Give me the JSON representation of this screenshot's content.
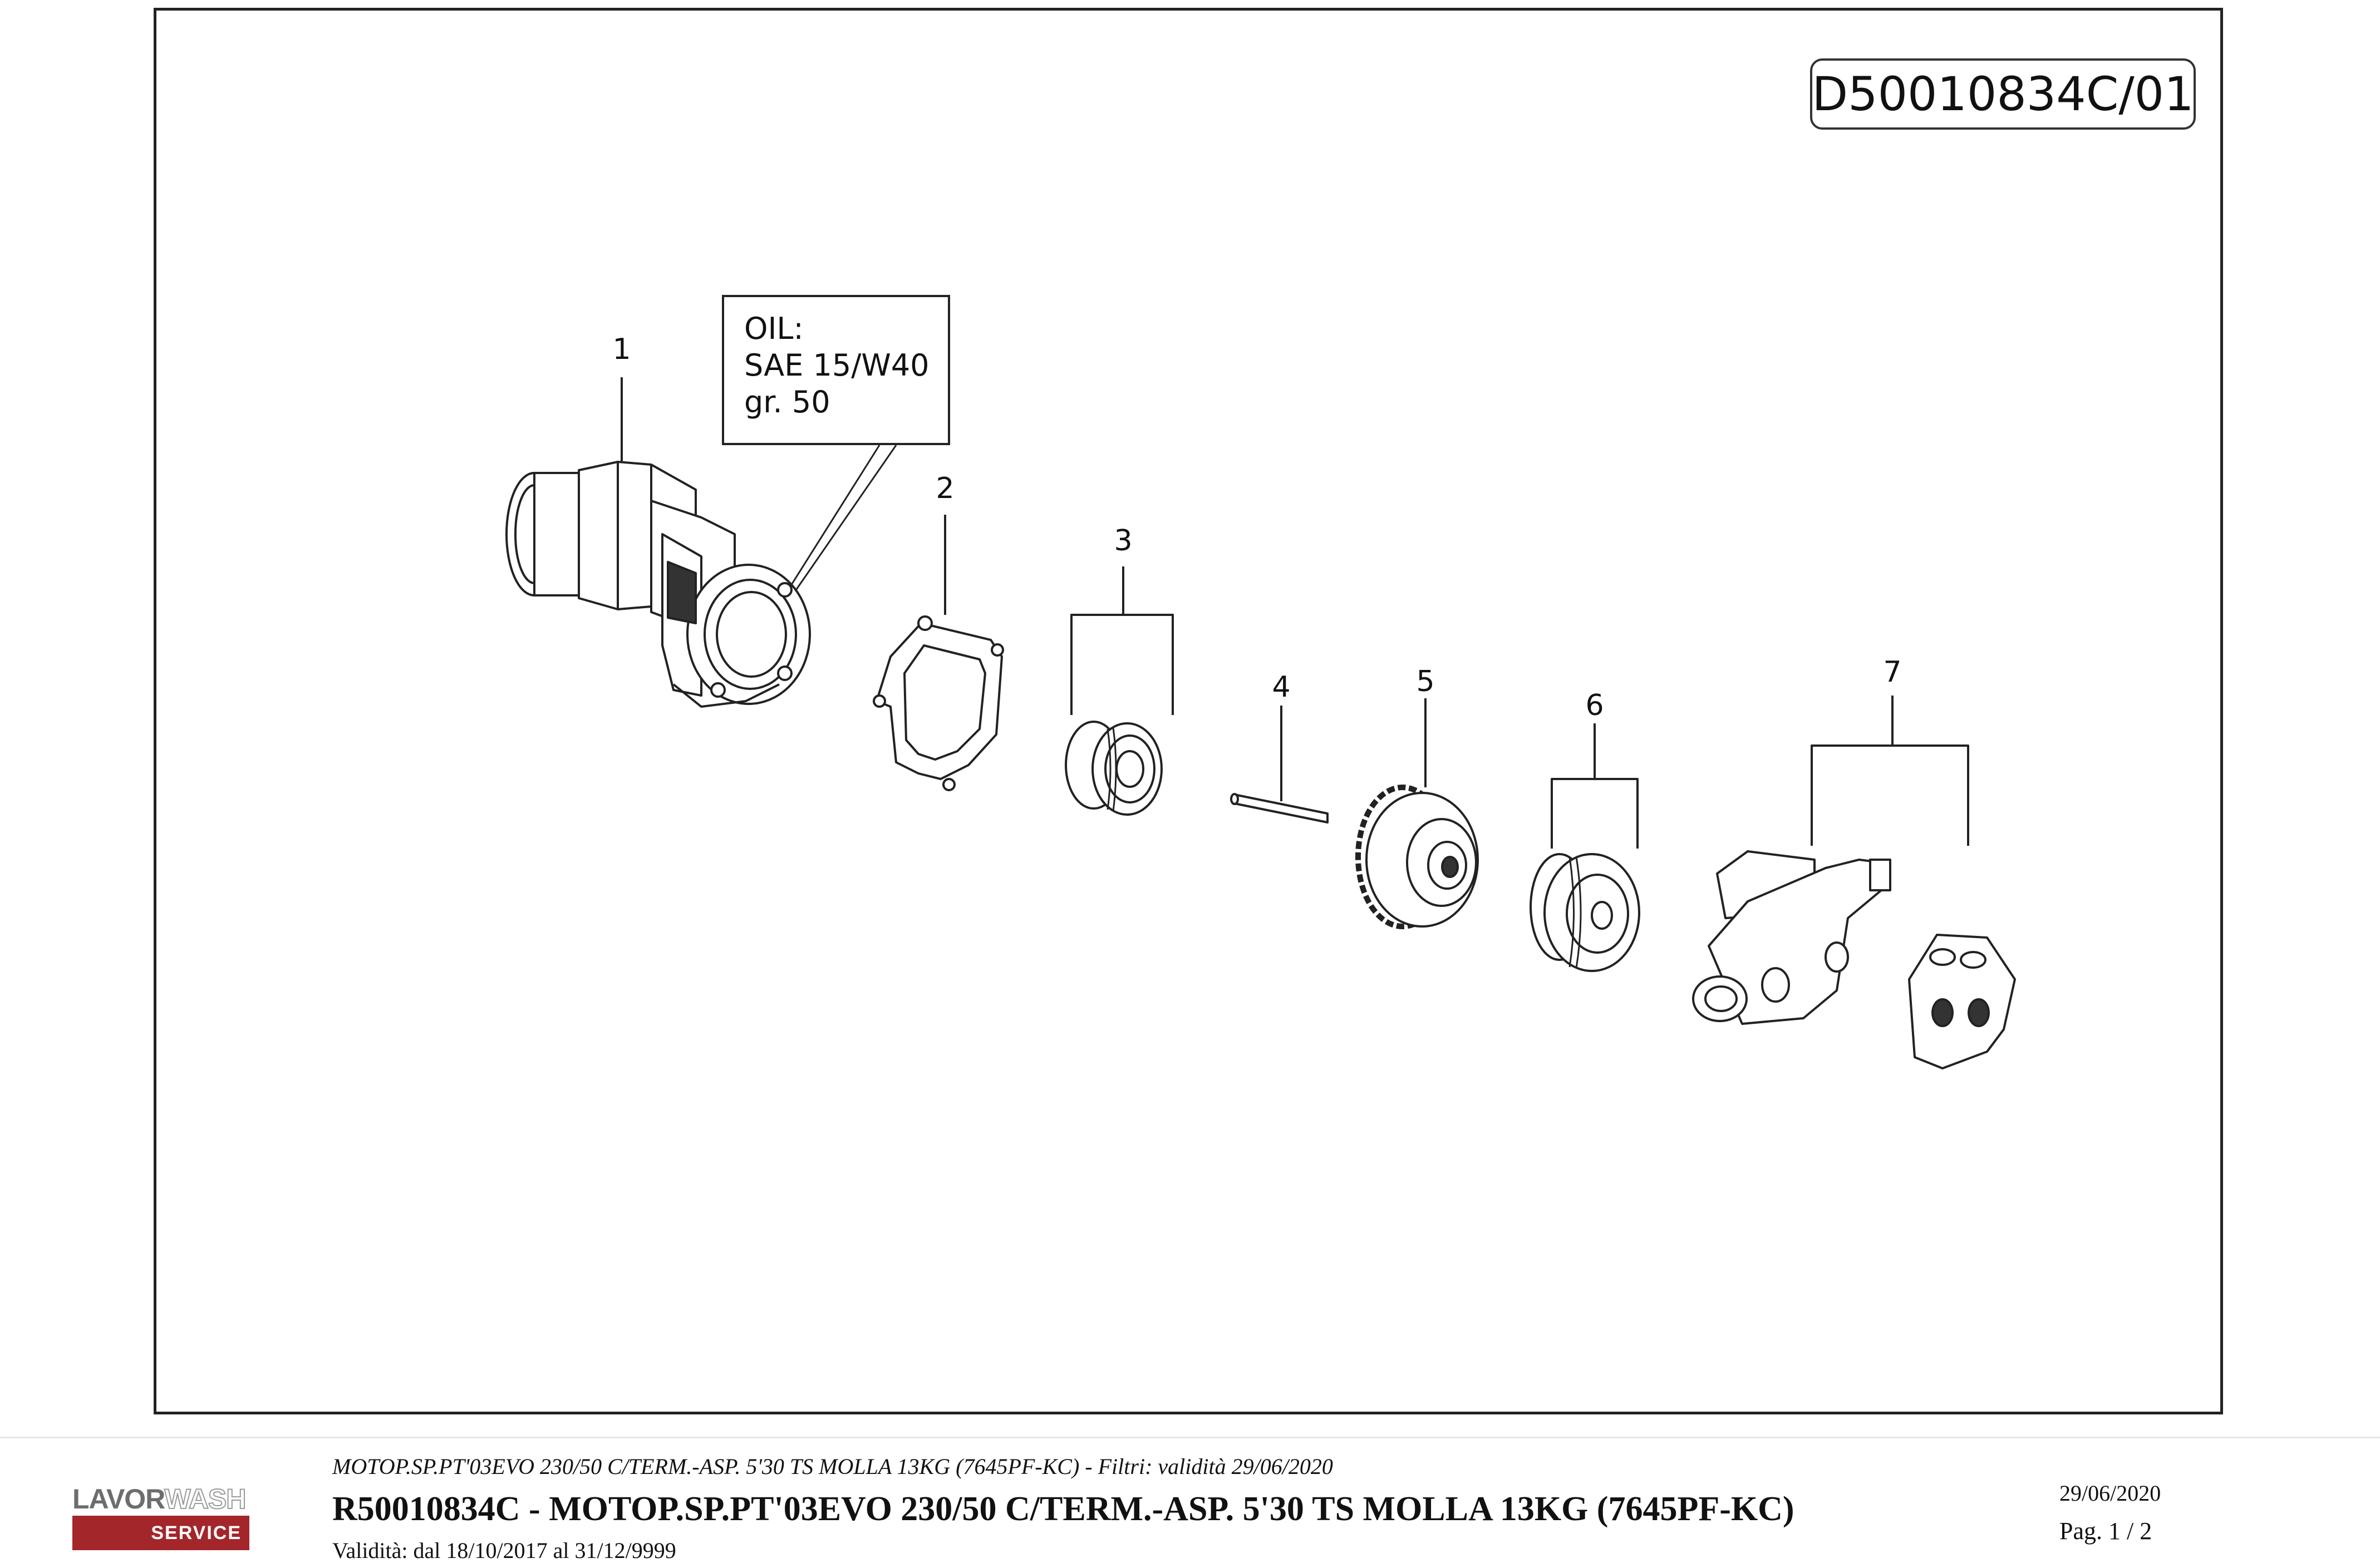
{
  "document_code": "D50010834C/01",
  "oil_note": {
    "line1": "OIL:",
    "line2": "SAE 15/W40",
    "line3": "gr.  50"
  },
  "callouts": [
    {
      "number": "1",
      "part": "motor-pump-housing-icon"
    },
    {
      "number": "2",
      "part": "flange-gasket-icon"
    },
    {
      "number": "3",
      "part": "bearing-set-icon"
    },
    {
      "number": "4",
      "part": "pin-icon"
    },
    {
      "number": "5",
      "part": "gear-wheel-icon"
    },
    {
      "number": "6",
      "part": "bearing-pulley-icon"
    },
    {
      "number": "7",
      "part": "pump-head-assembly-icon"
    }
  ],
  "logo": {
    "word_a": "LAVOR",
    "word_b": "WASH",
    "tagline": "SERVICE",
    "brand_color": "#a3262b"
  },
  "footer": {
    "subtitle": "MOTOP.SP.PT'03EVO 230/50 C/TERM.-ASP. 5'30 TS MOLLA 13KG (7645PF-KC) - Filtri: validità 29/06/2020",
    "title": "R50010834C - MOTOP.SP.PT'03EVO 230/50 C/TERM.-ASP. 5'30 TS MOLLA 13KG (7645PF-KC)",
    "validity": "Validità: dal 18/10/2017 al 31/12/9999",
    "date": "29/06/2020",
    "page": "Pag. 1 / 2"
  }
}
